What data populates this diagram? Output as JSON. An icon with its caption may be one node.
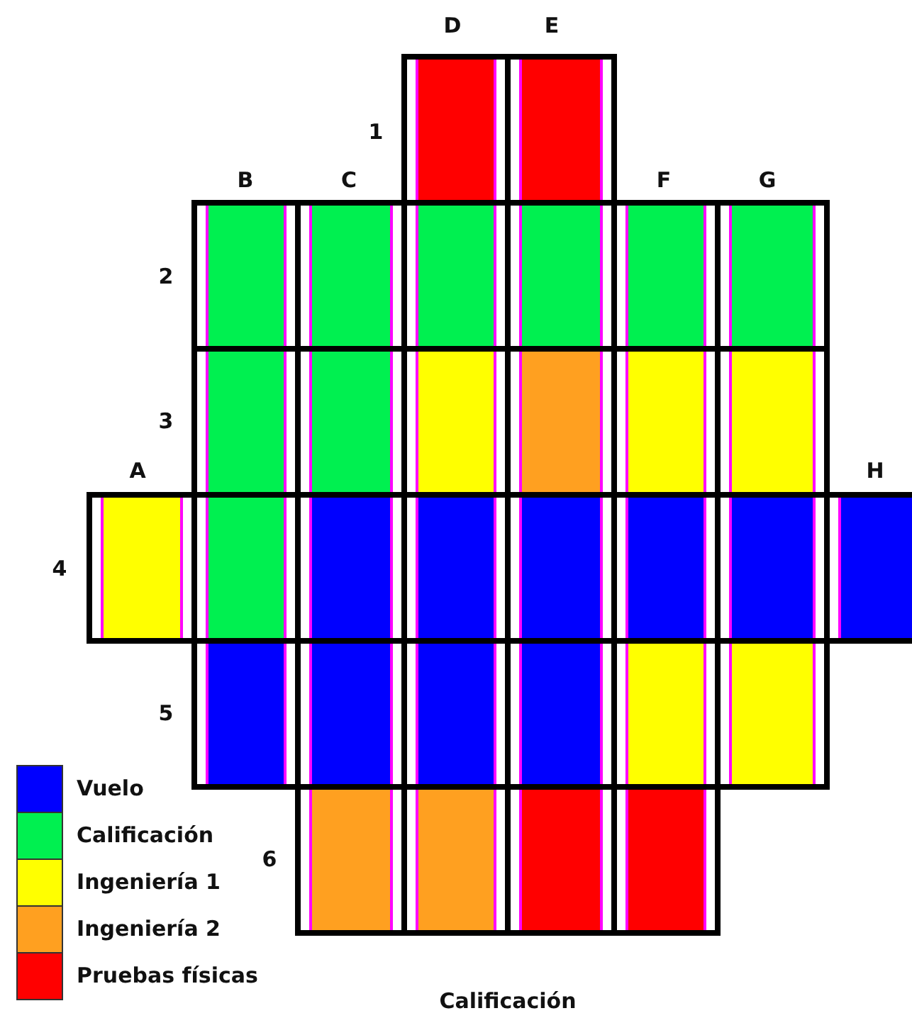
{
  "diagram": {
    "caption": "Calificación",
    "labels": [
      "D",
      "E",
      "1",
      "B",
      "C",
      "F",
      "G",
      "2",
      "3",
      "A",
      "H",
      "4",
      "5",
      "6"
    ],
    "legend": [
      {
        "text": "Vuelo",
        "color": "#0000ff"
      },
      {
        "text": "Calificación",
        "color": "#00f050"
      },
      {
        "text": "Ingeniería 1",
        "color": "#ffff00"
      },
      {
        "text": "Ingeniería 2",
        "color": "#ffa020"
      },
      {
        "text": "Pruebas físicas",
        "color": "#ff0000"
      }
    ]
  }
}
